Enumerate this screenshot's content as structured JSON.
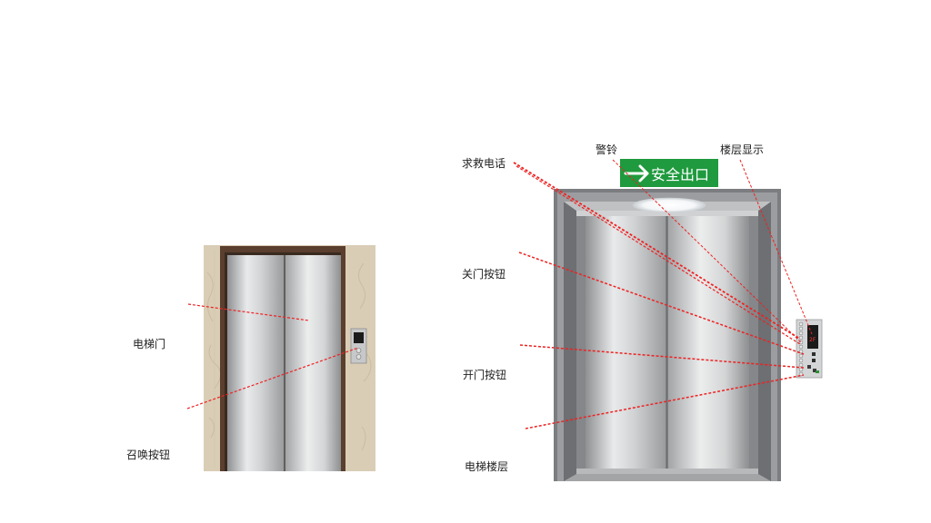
{
  "left_figure": {
    "labels": {
      "elevator_door": "电梯门",
      "call_button": "召唤按钮"
    }
  },
  "right_figure": {
    "exit_sign": "安全出口",
    "floor_display_value": "2F",
    "labels": {
      "emergency_phone": "求救电话",
      "alarm_bell": "警铃",
      "floor_display": "楼层显示",
      "close_door_button": "关门按钮",
      "open_door_button": "开门按钮",
      "floor_buttons": "电梯楼层"
    }
  },
  "colors": {
    "pointer_line": "#ee2222",
    "exit_sign_bg": "#1f9a3e",
    "door_frame": "#5a3e2e",
    "wall_paper": "#d8ccb4"
  }
}
